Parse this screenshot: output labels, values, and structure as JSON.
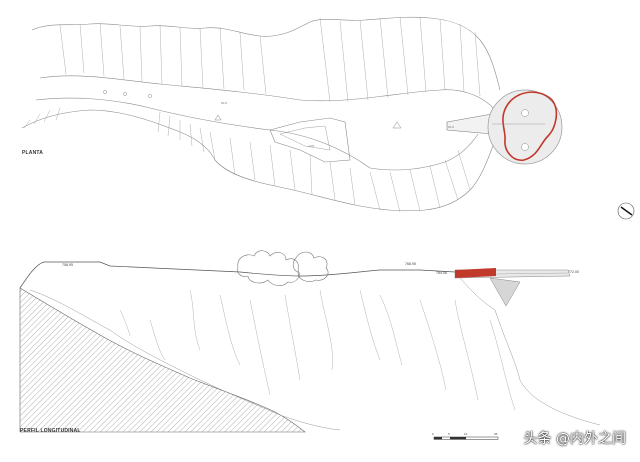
{
  "plan": {
    "title": "PLANTA",
    "small_labels": [
      "±0.0",
      "+0.5",
      "±0.0"
    ]
  },
  "profile": {
    "title": "PERFIL LONGITUDINAL",
    "elevations": [
      "758.95",
      "768.95",
      "764.08",
      "772.00"
    ]
  },
  "scale_bar": {
    "ticks": [
      "0",
      "5",
      "10",
      "25"
    ]
  },
  "watermark": "头条 @内外之间",
  "colors": {
    "line": "#8a8a8a",
    "accent": "#c0392b",
    "platform_fill": "#e8e8e8",
    "hatch": "#555555"
  },
  "icons": [
    "north-arrow-icon",
    "scale-bar"
  ]
}
